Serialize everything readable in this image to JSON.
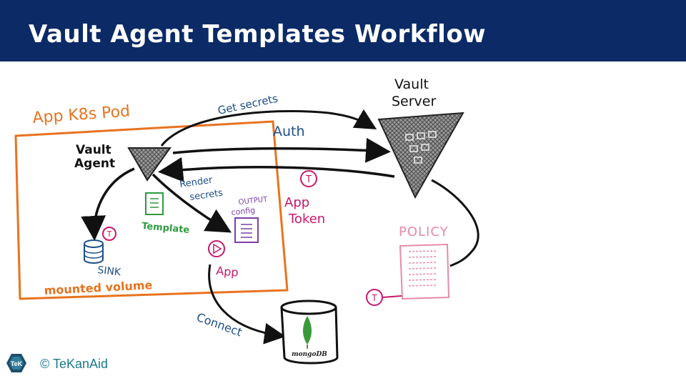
{
  "slide": {
    "title": "Vault Agent Templates Workflow"
  },
  "diagram": {
    "pod_label": "App K8s Pod",
    "vault_agent_label_1": "Vault",
    "vault_agent_label_2": "Agent",
    "vault_server_label_1": "Vault",
    "vault_server_label_2": "Server",
    "get_secrets_label": "Get secrets",
    "auth_label": "Auth",
    "render_secrets_label_1": "Render",
    "render_secrets_label_2": "secrets",
    "output_config_label_1": "OUTPUT",
    "output_config_label_2": "config",
    "template_label": "Template",
    "sink_label": "SINK",
    "app_label": "App",
    "app_token_label_1": "App",
    "app_token_label_2": "Token",
    "token_symbol": "T",
    "policy_label": "POLICY",
    "mounted_volume_label": "mounted volume",
    "connect_label": "Connect",
    "mongodb_label": "mongoDB",
    "colors": {
      "header": "#0b2a66",
      "pod_border": "#e8731f",
      "arrows": "#111111",
      "labels_blue": "#1c4f8a",
      "template_green": "#2e9b3e",
      "app_purple": "#7a3fa8",
      "token_magenta": "#c8186b",
      "policy_pink": "#e78aa8",
      "mongo_green": "#3a9a3a"
    },
    "icons": [
      "vault-agent-triangle-icon",
      "vault-server-triangle-icon",
      "template-document-icon",
      "output-config-document-icon",
      "sink-database-icon",
      "app-play-icon",
      "token-icon",
      "policy-document-icon",
      "mongodb-cylinder-icon",
      "mongodb-leaf-icon"
    ]
  },
  "footer": {
    "copyright": "© TeKanAid",
    "logo_text": "TeK"
  }
}
